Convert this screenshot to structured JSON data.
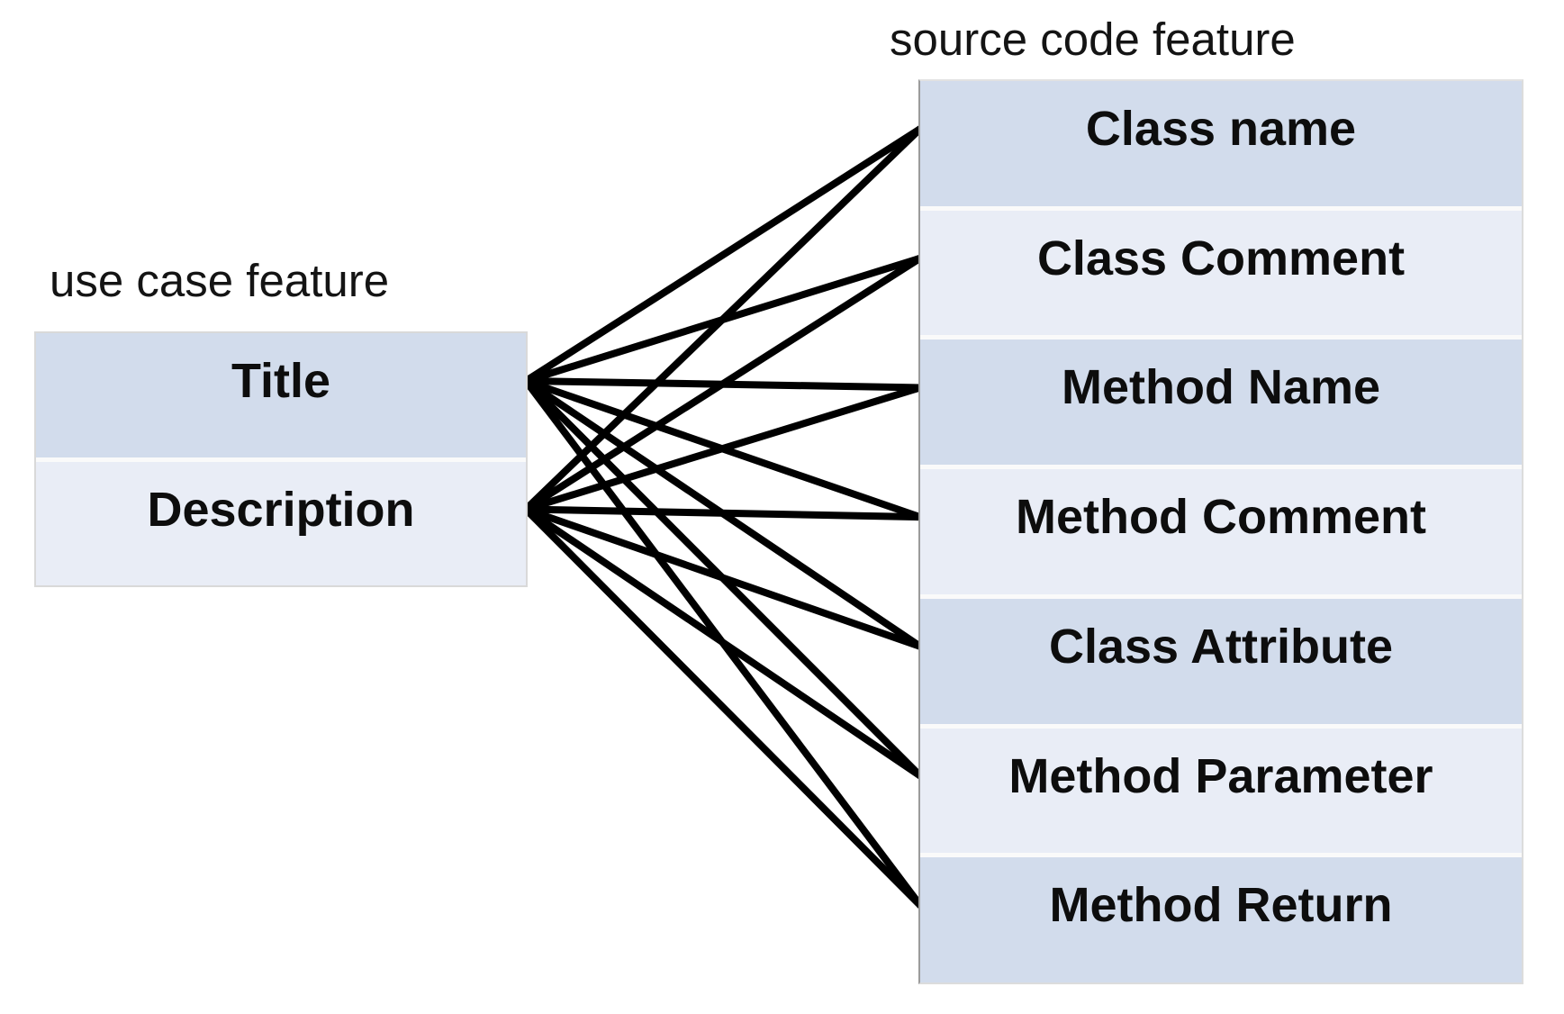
{
  "left_panel": {
    "header": "use case feature",
    "rows": [
      {
        "id": "title",
        "label": "Title"
      },
      {
        "id": "description",
        "label": "Description"
      }
    ]
  },
  "right_panel": {
    "header": "source code feature",
    "rows": [
      {
        "id": "class-name",
        "label": "Class name"
      },
      {
        "id": "class-comment",
        "label": "Class Comment"
      },
      {
        "id": "method-name",
        "label": "Method Name"
      },
      {
        "id": "method-comment",
        "label": "Method Comment"
      },
      {
        "id": "class-attribute",
        "label": "Class Attribute"
      },
      {
        "id": "method-parameter",
        "label": "Method Parameter"
      },
      {
        "id": "method-return",
        "label": "Method Return"
      }
    ]
  },
  "connections": [
    {
      "from": "title",
      "to": "class-name"
    },
    {
      "from": "title",
      "to": "class-comment"
    },
    {
      "from": "title",
      "to": "method-name"
    },
    {
      "from": "title",
      "to": "method-comment"
    },
    {
      "from": "title",
      "to": "class-attribute"
    },
    {
      "from": "title",
      "to": "method-parameter"
    },
    {
      "from": "title",
      "to": "method-return"
    },
    {
      "from": "description",
      "to": "class-name"
    },
    {
      "from": "description",
      "to": "class-comment"
    },
    {
      "from": "description",
      "to": "method-name"
    },
    {
      "from": "description",
      "to": "method-comment"
    },
    {
      "from": "description",
      "to": "class-attribute"
    },
    {
      "from": "description",
      "to": "method-parameter"
    },
    {
      "from": "description",
      "to": "method-return"
    }
  ],
  "colors": {
    "row_dark": "#d2dcec",
    "row_light": "#e9edf6",
    "line": "#000000"
  },
  "line_width": 8
}
